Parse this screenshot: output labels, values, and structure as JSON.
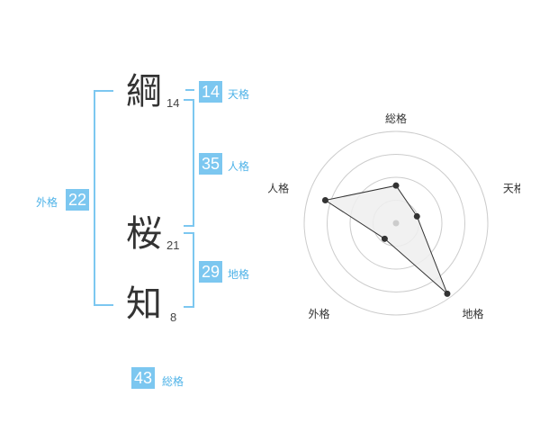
{
  "name": {
    "chars": [
      {
        "char": "綱",
        "strokes": "14"
      },
      {
        "char": "桜",
        "strokes": "21"
      },
      {
        "char": "知",
        "strokes": "8"
      }
    ]
  },
  "grids": {
    "tenkaku": {
      "value": "14",
      "label": "天格"
    },
    "jinkaku": {
      "value": "35",
      "label": "人格"
    },
    "chikaku": {
      "value": "29",
      "label": "地格"
    },
    "gaikaku": {
      "value": "22",
      "label": "外格"
    },
    "soukaku": {
      "value": "43",
      "label": "総格"
    }
  },
  "colors": {
    "accent": "#7cc7f0",
    "label": "#4fb3e8",
    "radar_fill": "#eeeeee",
    "radar_line": "#333333",
    "ring": "#cccccc"
  },
  "chart_data": {
    "type": "radar",
    "axes": [
      "総格",
      "天格",
      "地格",
      "外格",
      "人格"
    ],
    "values": [
      0.41,
      0.24,
      0.95,
      0.21,
      0.81
    ],
    "rings": 4,
    "range": [
      0,
      1
    ]
  }
}
